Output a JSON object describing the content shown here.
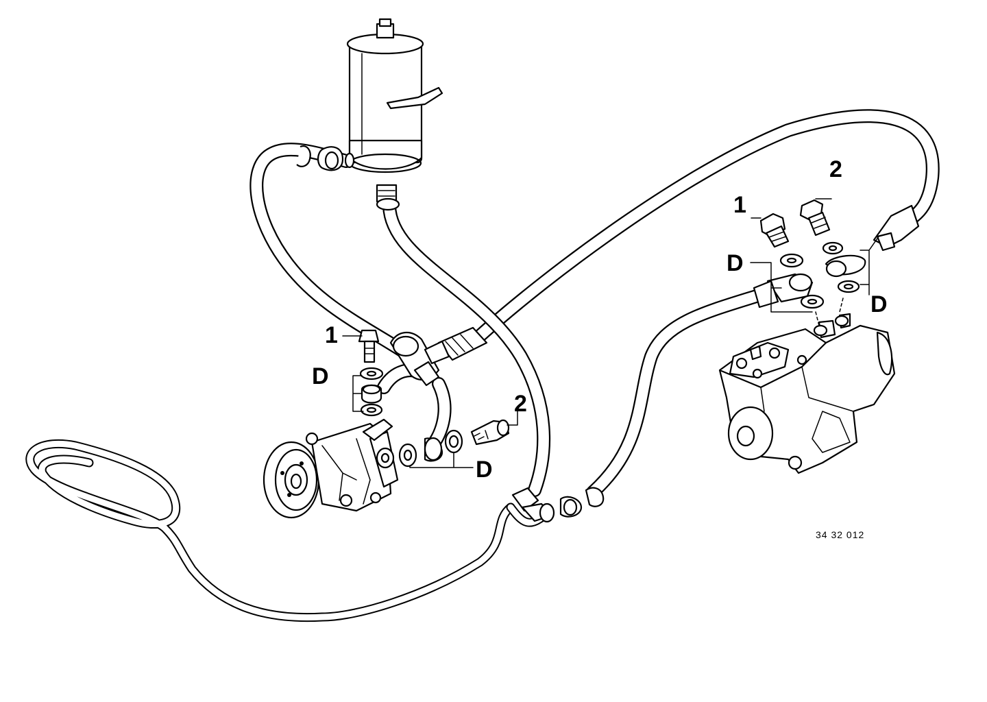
{
  "labels": {
    "bolt_left": "1",
    "washers_left": "D",
    "bolt_pump_side": "2",
    "washers_pump_side": "D",
    "bolt_box_1": "1",
    "bolt_box_2": "2",
    "washers_box_left": "D",
    "washers_box_right": "D"
  },
  "diagram_code": "34 32 012"
}
